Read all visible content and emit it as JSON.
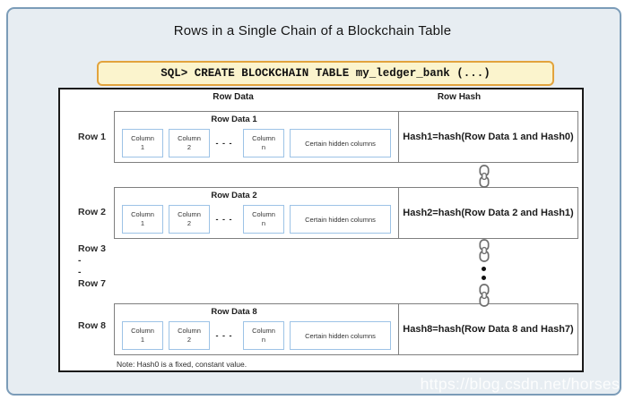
{
  "title": "Rows in a Single Chain of a Blockchain Table",
  "sql_command": "SQL> CREATE BLOCKCHAIN TABLE my_ledger_bank (...)",
  "table": {
    "header_row_data": "Row Data",
    "header_row_hash": "Row Hash",
    "rows": [
      {
        "label": "Row 1",
        "data_title": "Row Data 1",
        "col1_top": "Column",
        "col1_bottom": "1",
        "col2_top": "Column",
        "col2_bottom": "2",
        "col_ellipsis": "- - -",
        "coln_top": "Column",
        "coln_bottom": "n",
        "hidden_label": "Certain hidden columns",
        "hash": "Hash1=hash(Row Data 1 and Hash0)"
      },
      {
        "label": "Row 2",
        "data_title": "Row Data 2",
        "col1_top": "Column",
        "col1_bottom": "1",
        "col2_top": "Column",
        "col2_bottom": "2",
        "col_ellipsis": "- - -",
        "coln_top": "Column",
        "coln_bottom": "n",
        "hidden_label": "Certain hidden columns",
        "hash": "Hash2=hash(Row Data 2 and Hash1)"
      },
      {
        "label": "Row 8",
        "data_title": "Row Data 8",
        "col1_top": "Column",
        "col1_bottom": "1",
        "col2_top": "Column",
        "col2_bottom": "2",
        "col_ellipsis": "- - -",
        "coln_top": "Column",
        "coln_bottom": "n",
        "hidden_label": "Certain hidden columns",
        "hash": "Hash8=hash(Row Data 8 and Hash7)"
      }
    ],
    "gap_labels": [
      "Row 3",
      "-",
      "-",
      "Row 7"
    ],
    "note": "Note: Hash0 is a fixed, constant value."
  },
  "watermark": "https://blog.csdn.net/horses",
  "colors": {
    "frame_background": "#e7edf2",
    "frame_border": "#7b9cb8",
    "sql_background": "#fbf4cd",
    "sql_border": "#e2a33d",
    "column_box_border": "#9dc3e6",
    "band_border": "#7f7f7f",
    "main_box_border": "#1a1a1a",
    "chain_icon": "#6e6e6e"
  }
}
